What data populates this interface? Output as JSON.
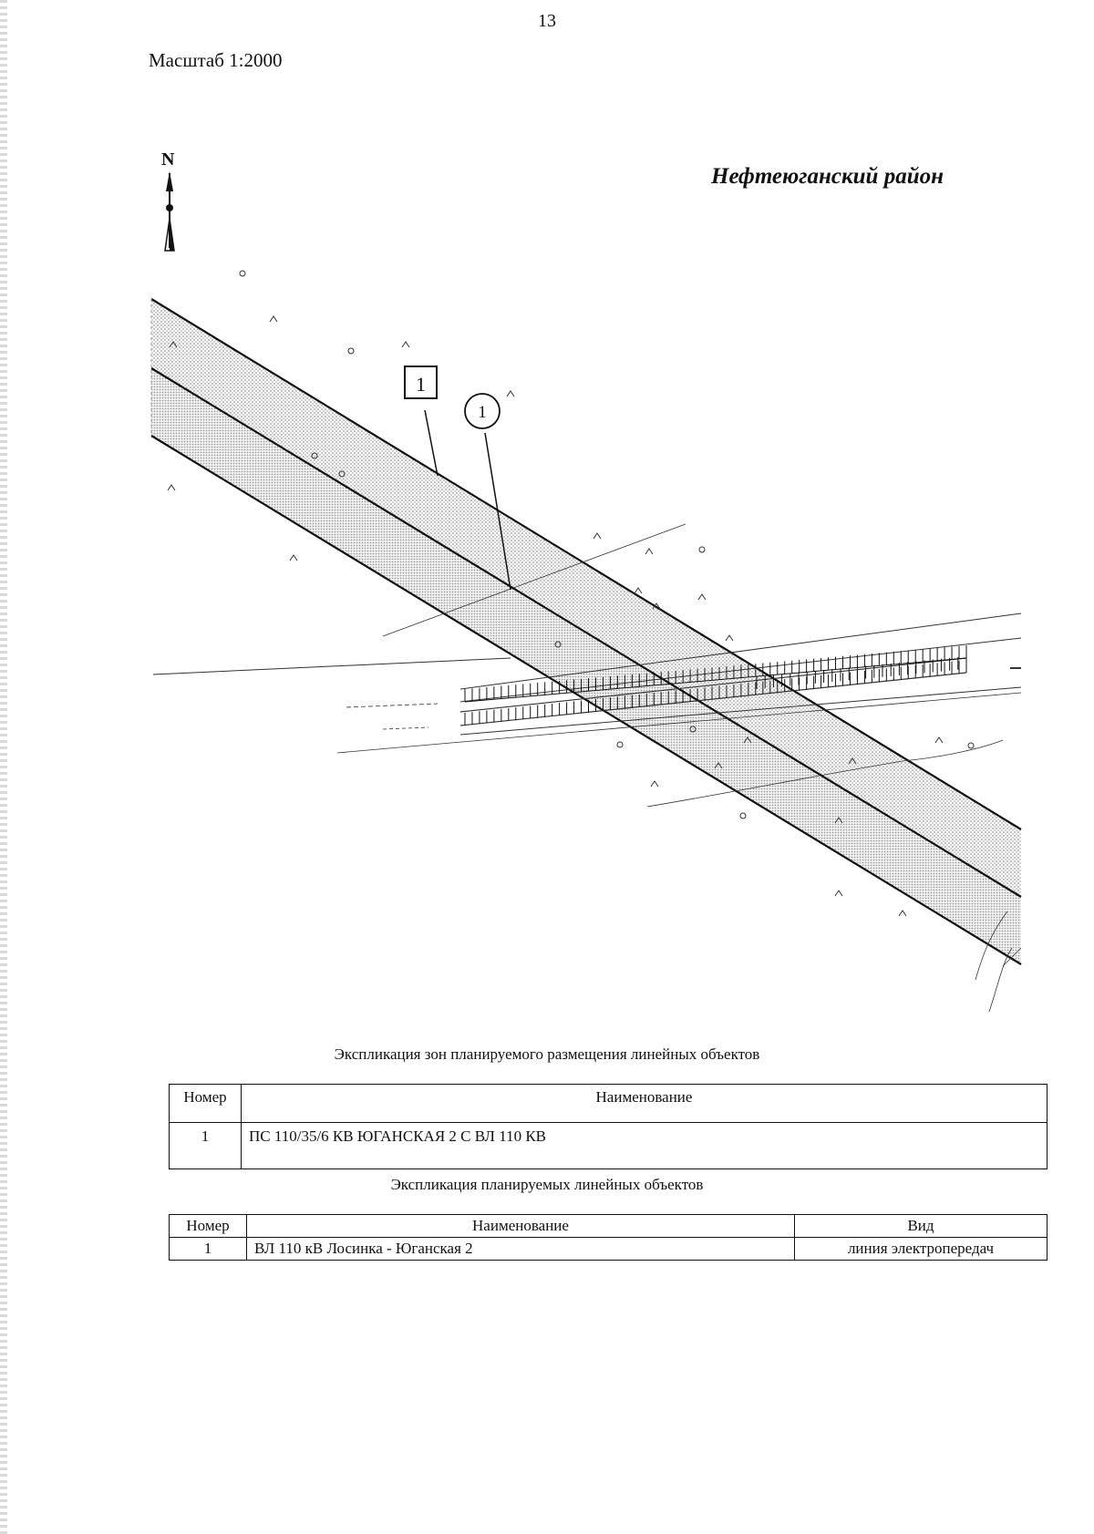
{
  "page": {
    "number": "13",
    "scale": "Масштаб 1:2000",
    "region": "Нефтеюганский район",
    "north": "N"
  },
  "map": {
    "labels": {
      "zone_number": "1",
      "object_number": "1"
    },
    "colors": {
      "ink": "#111111",
      "zone_fill": "#cfcfcf"
    }
  },
  "zones_table": {
    "caption": "Экспликация зон планируемого размещения линейных объектов",
    "headers": {
      "number": "Номер",
      "name": "Наименование"
    },
    "rows": [
      {
        "number": "1",
        "name": "ПС 110/35/6 КВ ЮГАНСКАЯ 2 С ВЛ 110 КВ"
      }
    ]
  },
  "objects_table": {
    "caption": "Экспликация планируемых линейных объектов",
    "headers": {
      "number": "Номер",
      "name": "Наименование",
      "type": "Вид"
    },
    "rows": [
      {
        "number": "1",
        "name": "ВЛ 110 кВ Лосинка - Юганская 2",
        "type": "линия электропередач"
      }
    ]
  }
}
